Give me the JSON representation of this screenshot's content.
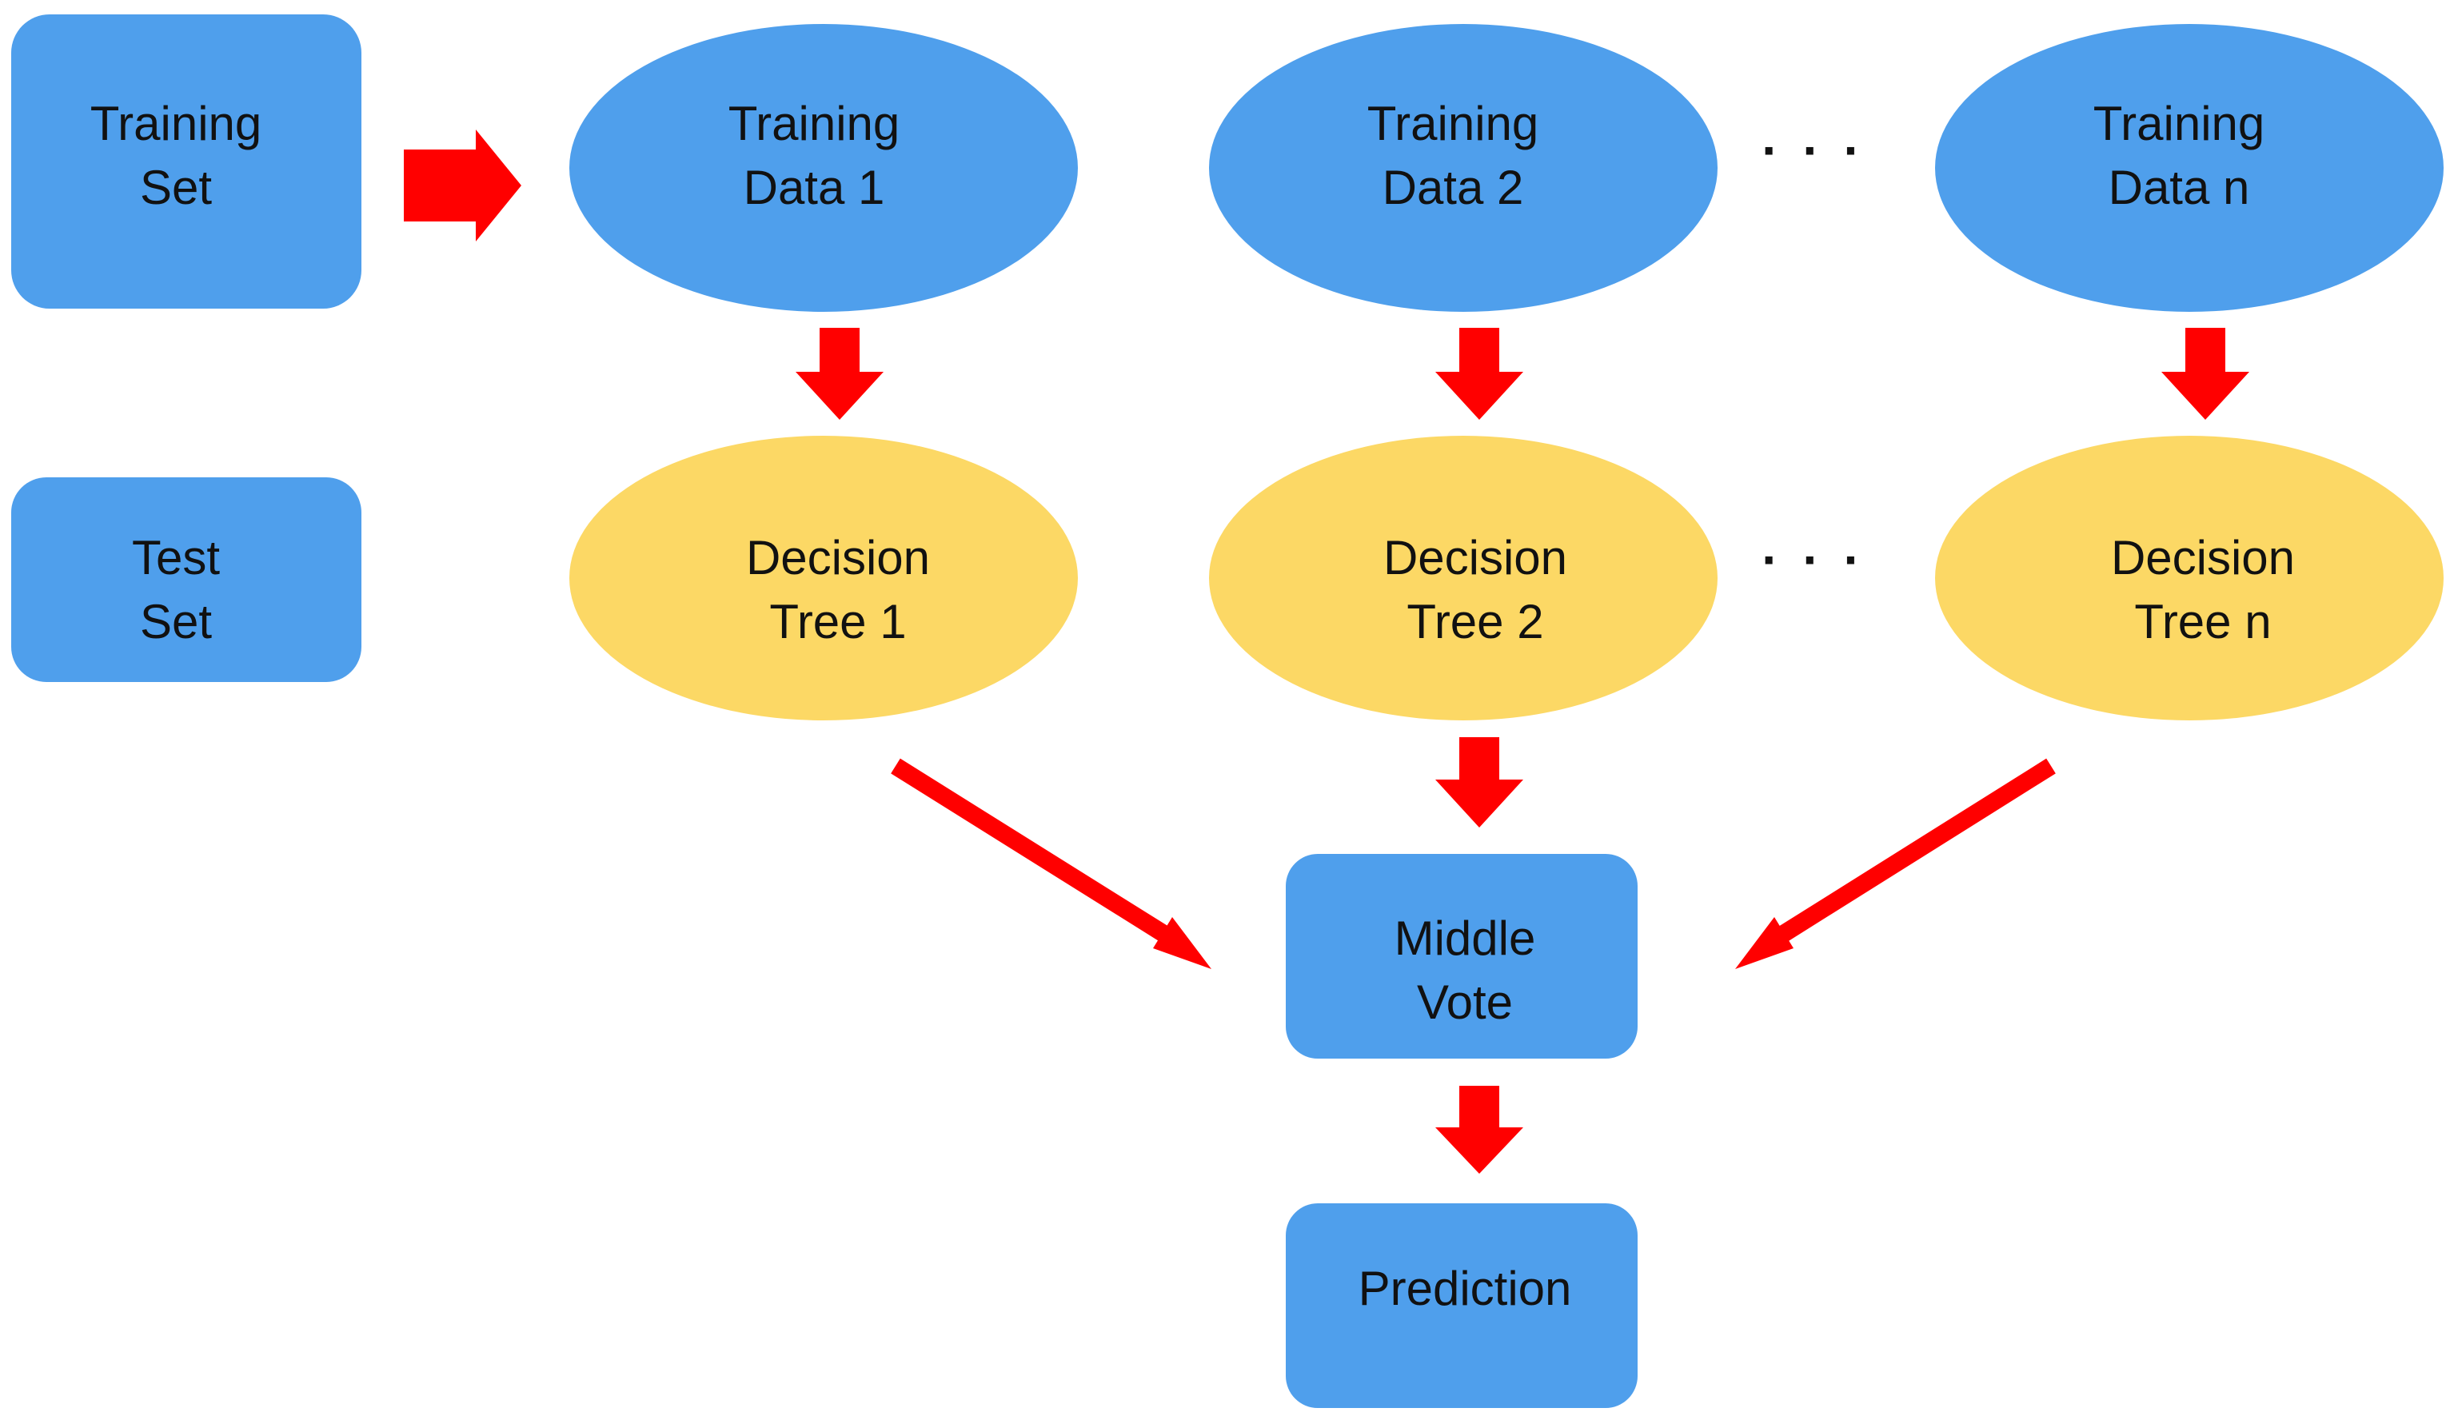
{
  "colors": {
    "box_blue": "#4f9fec",
    "ellipse_blue": "#4f9fec",
    "ellipse_yellow": "#fcd865",
    "arrow_red": "#ff0000",
    "text": "#111111",
    "background": "#ffffff"
  },
  "nodes": {
    "training_set": {
      "line1": "Training",
      "line2": "Set"
    },
    "test_set": {
      "line1": "Test",
      "line2": "Set"
    },
    "training_data_1": {
      "line1": "Training",
      "line2": "Data 1"
    },
    "training_data_2": {
      "line1": "Training",
      "line2": "Data 2"
    },
    "training_data_n": {
      "line1": "Training",
      "line2": "Data n"
    },
    "decision_tree_1": {
      "line1": "Decision",
      "line2": "Tree 1"
    },
    "decision_tree_2": {
      "line1": "Decision",
      "line2": "Tree 2"
    },
    "decision_tree_n": {
      "line1": "Decision",
      "line2": "Tree n"
    },
    "middle_vote": {
      "line1": "Middle",
      "line2": "Vote"
    },
    "prediction": {
      "line1": "Prediction"
    }
  },
  "ellipsis": "· · ·"
}
